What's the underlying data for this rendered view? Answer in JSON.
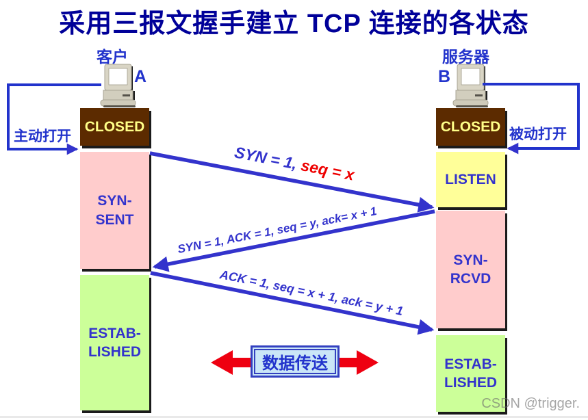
{
  "title": "采用三报文握手建立 TCP 连接的各状态",
  "client": {
    "label": "客户",
    "host_id": "A",
    "open_action": "主动打开",
    "states": {
      "closed": "CLOSED",
      "syn_sent": [
        "SYN-",
        "SENT"
      ],
      "established": [
        "ESTAB-",
        "LISHED"
      ]
    }
  },
  "server": {
    "label": "服务器",
    "host_id": "B",
    "open_action": "被动打开",
    "states": {
      "closed": "CLOSED",
      "listen": "LISTEN",
      "syn_rcvd": [
        "SYN-",
        "RCVD"
      ],
      "established": [
        "ESTAB-",
        "LISHED"
      ]
    }
  },
  "messages": {
    "syn_flag": "SYN = 1, ",
    "syn_seq": "seq = x",
    "syn_ack": "SYN = 1, ACK = 1, seq = y, ack= x + 1",
    "ack": "ACK = 1, seq = x + 1, ack = y + 1"
  },
  "data_transfer": "数据传送",
  "watermark": "CSDN @trigger.",
  "colors": {
    "title_blue": "#000099",
    "diagram_blue": "#3333CC",
    "highlight_red": "#EE0000",
    "closed_bg": "#5C2B00",
    "closed_text": "#FFFF88",
    "syn_state_bg": "#FFCCCC",
    "listen_bg": "#FFFF99",
    "established_bg": "#CCFF99",
    "data_transfer_bg": "#CAE6F7",
    "data_arrow_red": "#EE0011"
  }
}
